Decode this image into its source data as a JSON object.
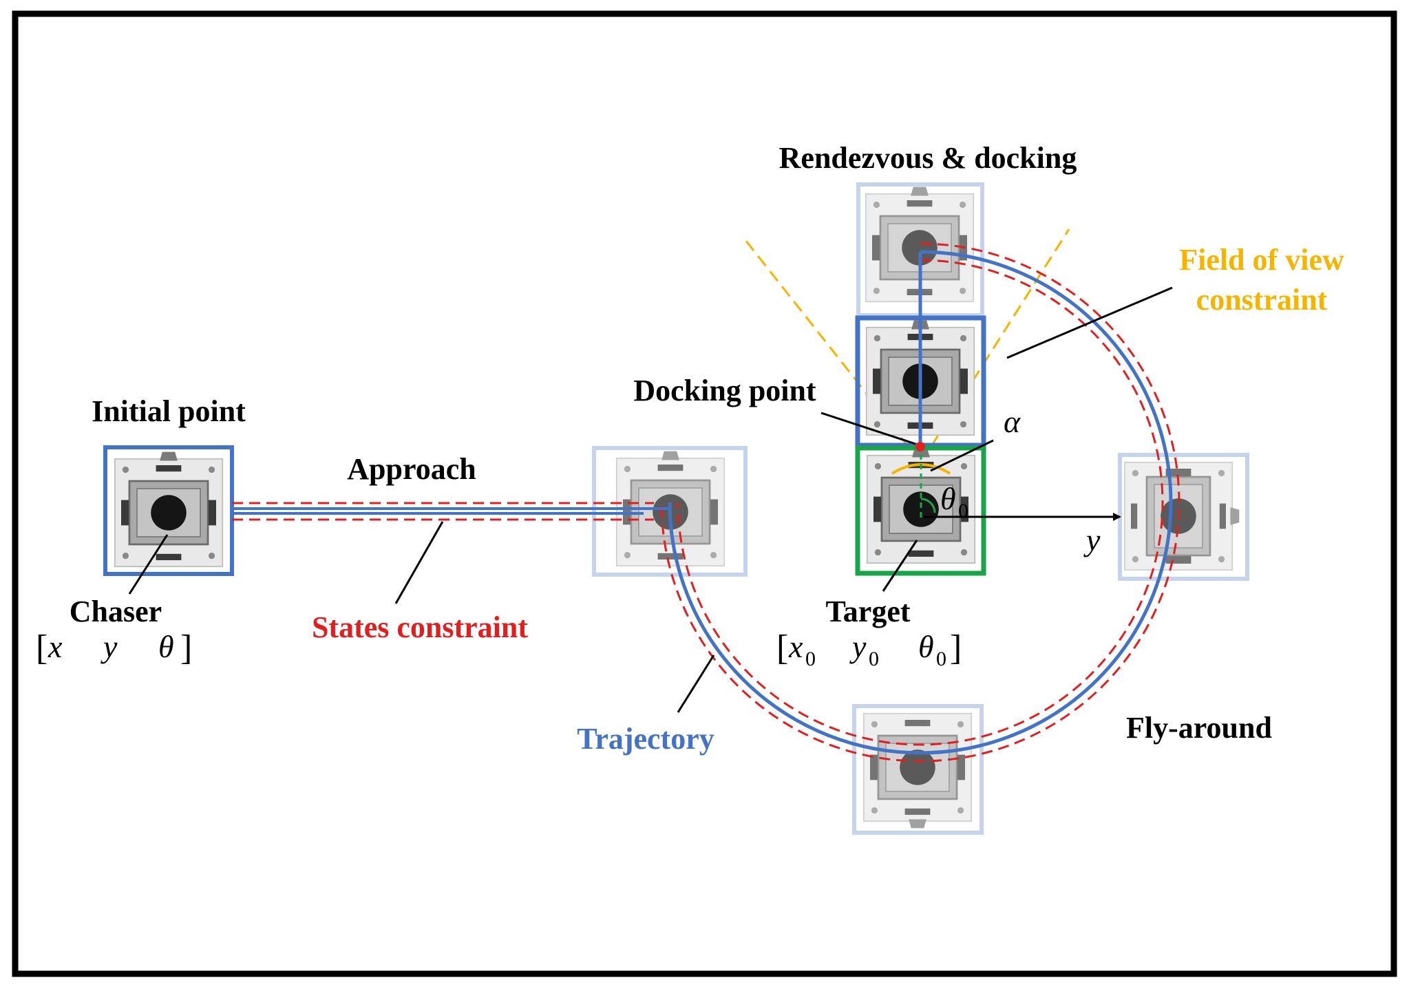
{
  "labels": {
    "rendezvous_docking": "Rendezvous & docking",
    "field_of_view_line1": "Field of view",
    "field_of_view_line2": "constraint",
    "docking_point": "Docking point",
    "initial_point": "Initial point",
    "approach": "Approach",
    "chaser": "Chaser",
    "states_constraint": "States constraint",
    "target": "Target",
    "trajectory": "Trajectory",
    "fly_around": "Fly-around"
  },
  "math": {
    "chaser_state": [
      "x",
      "y",
      "θ"
    ],
    "target_state": [
      "x",
      "y",
      "θ"
    ],
    "target_subscript": "0",
    "alpha": "α",
    "theta0": "θ",
    "theta0_sub": "0",
    "y_axis": "y",
    "bracket_open": "[",
    "bracket_close": "]"
  },
  "colors": {
    "frame": "#000000",
    "trajectory": "#4472c4",
    "states_constraint": "#e02020",
    "field_of_view": "#f5b400",
    "target_box": "#1aa34a",
    "chaser_box": "#4472c4",
    "ghost_box": "#c5d3ec",
    "docking_point": "#e02020",
    "text": "#000000"
  },
  "icons": {
    "spacecraft": "spacecraft-icon"
  }
}
